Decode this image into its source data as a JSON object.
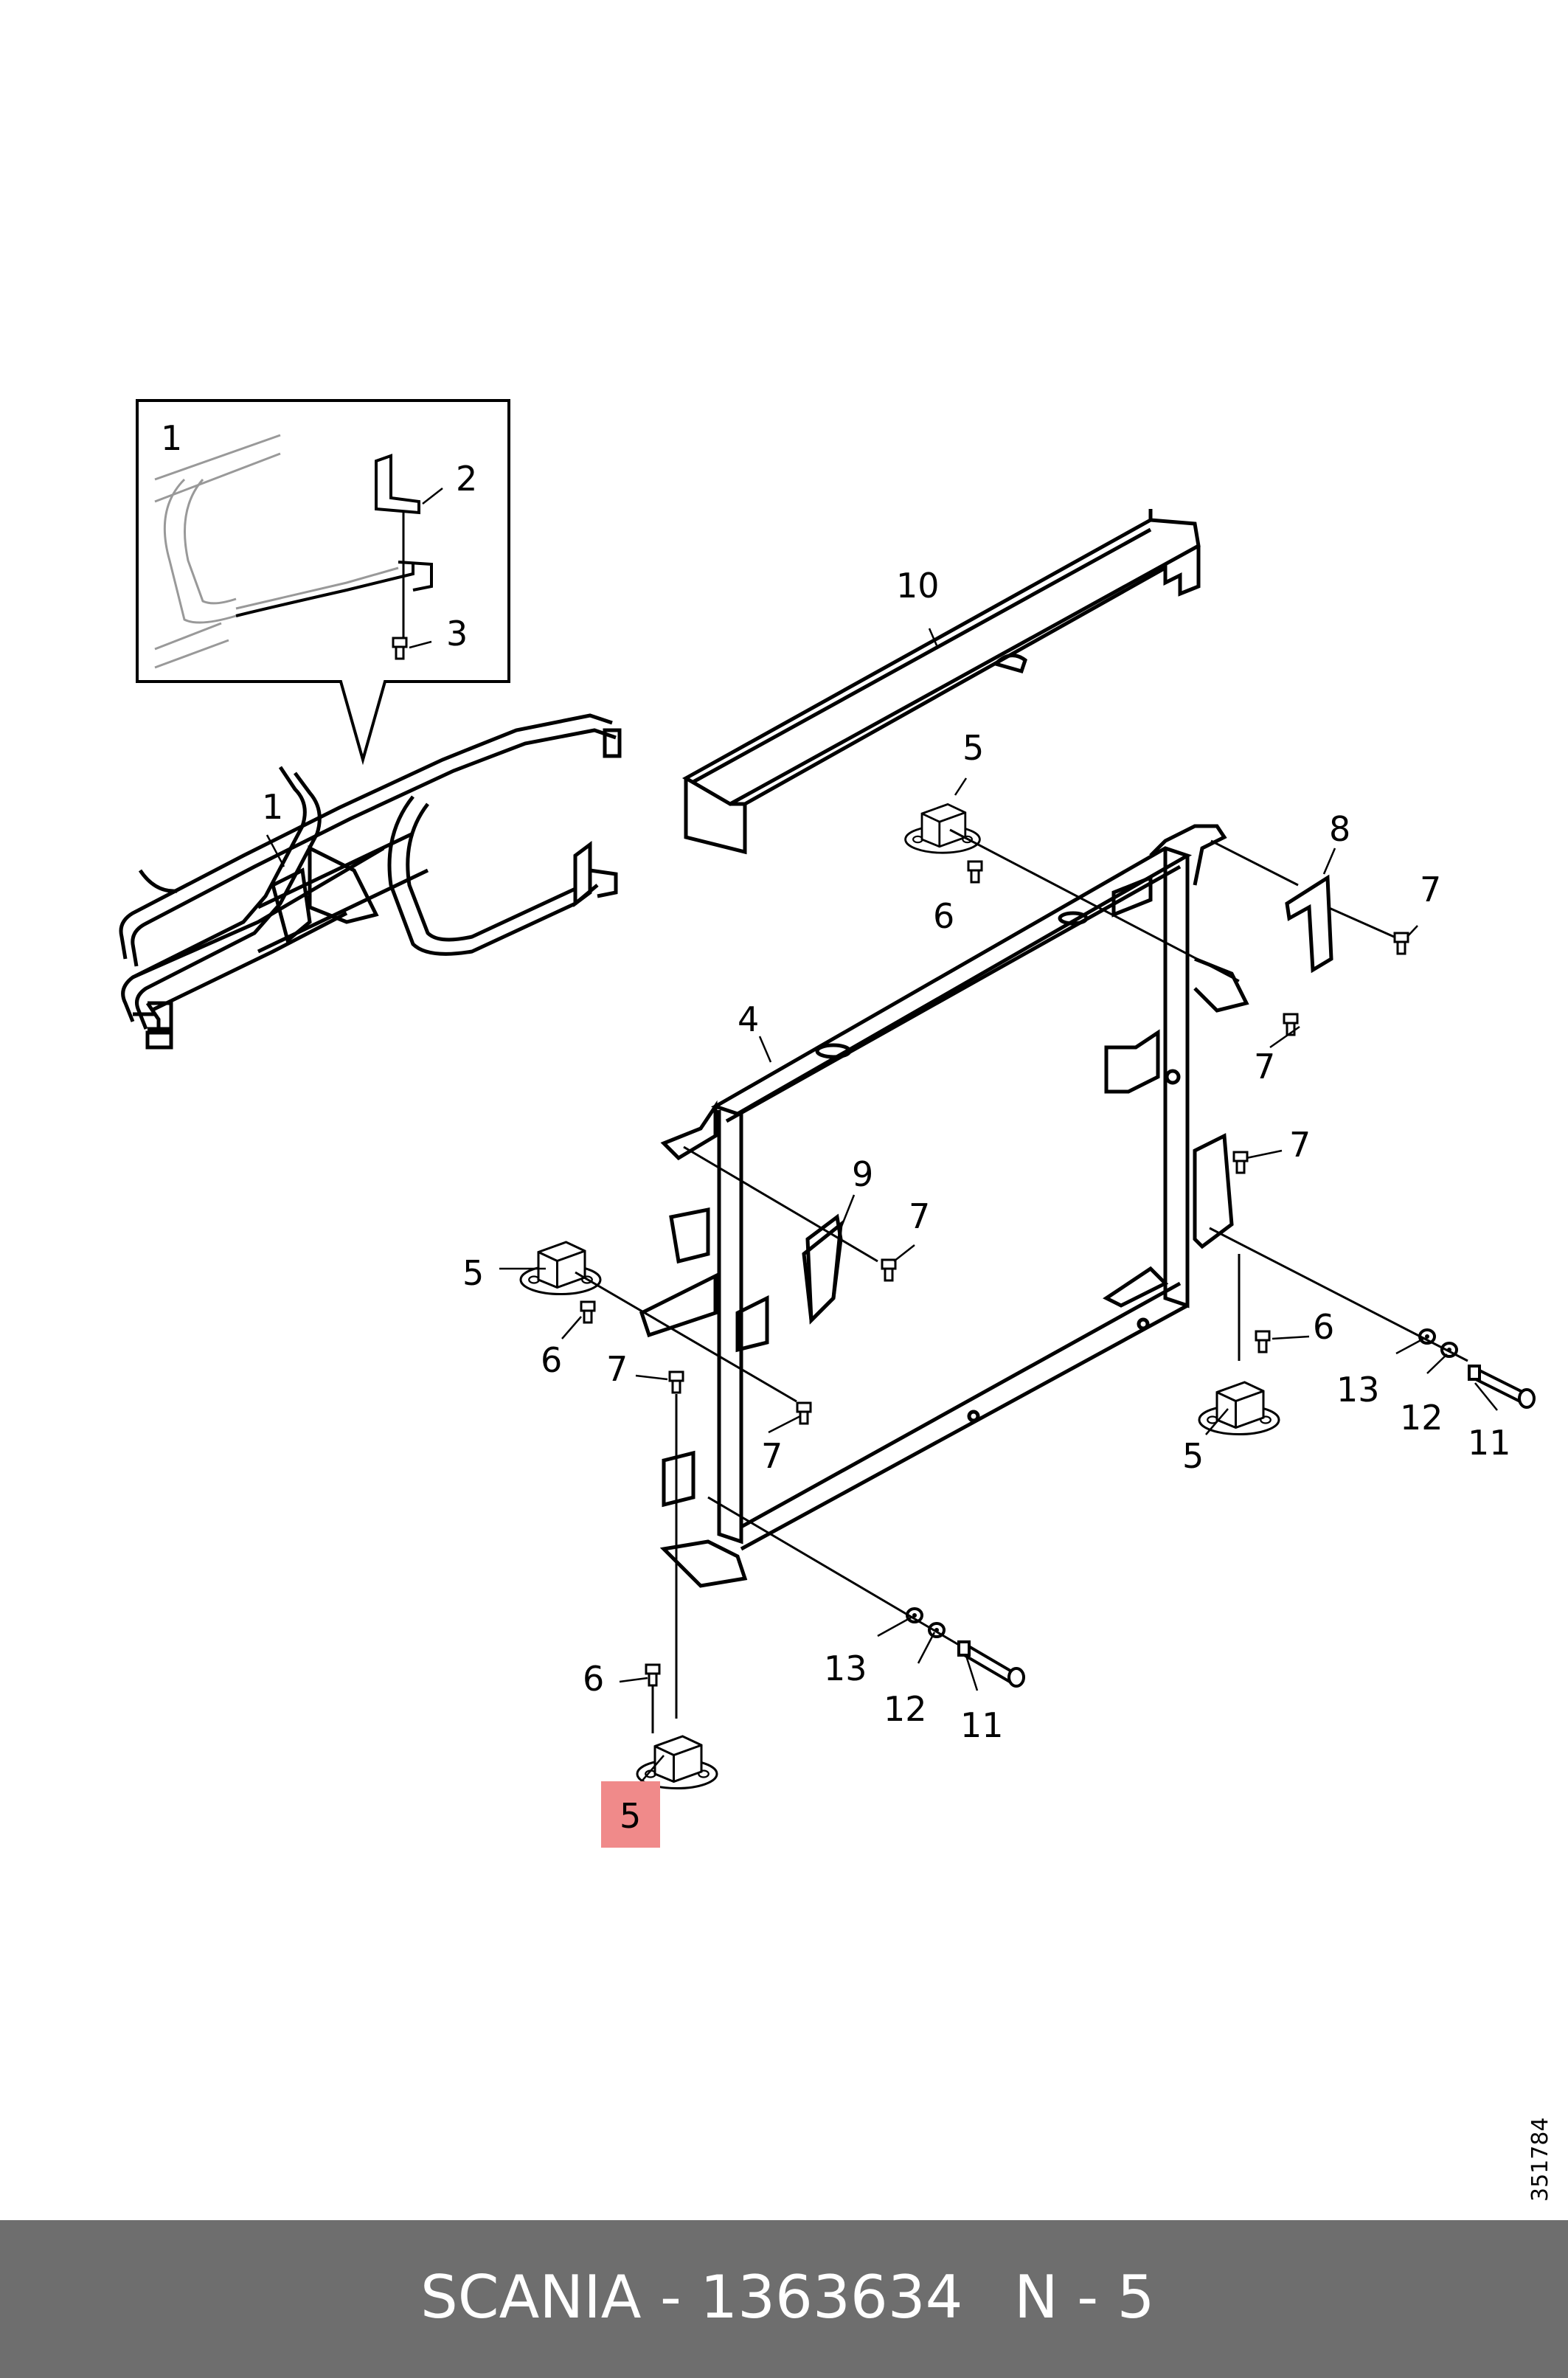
{
  "diagram": {
    "drawing_number": "351784",
    "labels": {
      "inset_1": "1",
      "inset_2": "2",
      "inset_3": "3",
      "frame_1": "1",
      "beam_10": "10",
      "mount_5_top": "5",
      "bolt_6_top": "6",
      "bracket_8": "8",
      "bolt_7_a": "7",
      "rad_frame_4": "4",
      "bolt_7_b": "7",
      "bolt_7_c": "7",
      "bracket_9": "9",
      "bolt_7_d": "7",
      "mount_5_left": "5",
      "bolt_6_left": "6",
      "bolt_7_e": "7",
      "bolt_7_f": "7",
      "bolt_6_right": "6",
      "washer_13_right": "13",
      "washer_12_right": "12",
      "bolt_11_right": "11",
      "mount_5_right": "5",
      "bolt_6_bottom": "6",
      "washer_13_bottom": "13",
      "washer_12_bottom": "12",
      "bolt_11_bottom": "11",
      "highlight_5": "5"
    },
    "highlight_color": "#f08a8a"
  },
  "footer": {
    "brand_part": "SCANIA - 1363634",
    "position": "N - 5",
    "background": "#6e6e6e"
  }
}
